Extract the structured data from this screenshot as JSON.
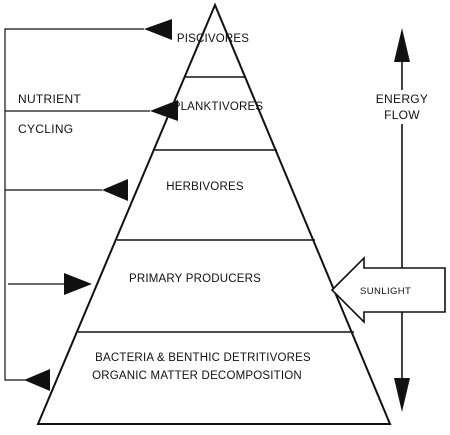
{
  "levels": [
    {
      "label": "PISCIVORES"
    },
    {
      "label": "PLANKTIVORES"
    },
    {
      "label": "HERBIVORES"
    },
    {
      "label": "PRIMARY PRODUCERS"
    },
    {
      "label": "BACTERIA & BENTHIC DETRITIVORES",
      "label2": "ORGANIC MATTER DECOMPOSITION"
    }
  ],
  "left_caption": {
    "line1": "NUTRIENT",
    "line2": "CYCLING"
  },
  "right_caption": {
    "line1": "ENERGY",
    "line2": "FLOW"
  },
  "sunlight_label": "SUNLIGHT",
  "colors": {
    "ink": "#111111",
    "background": "#ffffff"
  }
}
